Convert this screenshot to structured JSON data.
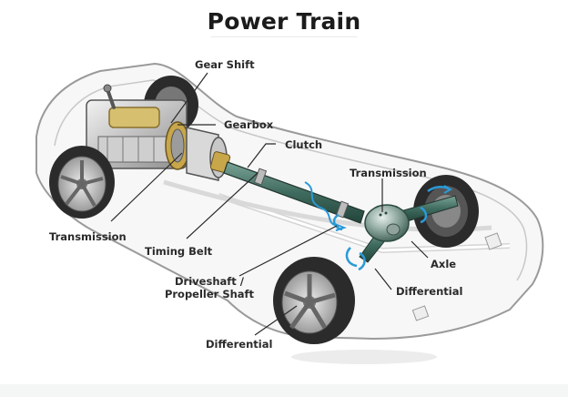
{
  "title": "Power Train",
  "labels": {
    "gear_shift": "Gear Shift",
    "gearbox": "Gearbox",
    "clutch": "Clutch",
    "transmission_front": "Transmission",
    "transmission_rear": "Transmission",
    "timing_belt": "Timing Belt",
    "driveshaft_line1": "Driveshaft /",
    "driveshaft_line2": "Propeller Shaft",
    "axle": "Axle",
    "differential_rear": "Differential",
    "differential_front": "Differential"
  },
  "colors": {
    "shaft": "#3f6b5e",
    "rotation_arrows": "#2a9ad8",
    "brass": "#c8a64a",
    "tire": "#2b2b2b",
    "body_outline": "#9a9a9a"
  }
}
